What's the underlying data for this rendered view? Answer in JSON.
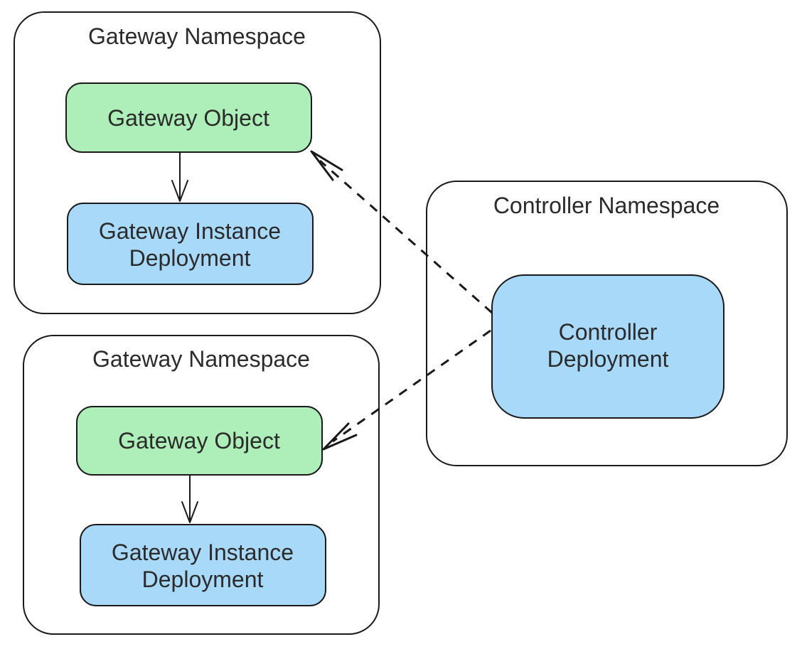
{
  "diagram": {
    "type": "flowchart",
    "background": "#ffffff",
    "colors": {
      "gateway_object_fill": "#aeeeb8",
      "deployment_fill": "#a9d9f8",
      "container_fill": "#ffffff",
      "stroke": "#1a1a1a",
      "text": "#2b2b2b"
    },
    "namespaces": [
      {
        "label": "Gateway Namespace",
        "nodes": [
          {
            "label": "Gateway Object"
          },
          {
            "line1": "Gateway Instance",
            "line2": "Deployment"
          }
        ]
      },
      {
        "label": "Gateway Namespace",
        "nodes": [
          {
            "label": "Gateway Object"
          },
          {
            "line1": "Gateway Instance",
            "line2": "Deployment"
          }
        ]
      },
      {
        "label": "Controller Namespace",
        "nodes": [
          {
            "line1": "Controller",
            "line2": "Deployment"
          }
        ]
      }
    ],
    "edges": [
      {
        "from": "gateway-object-1",
        "to": "gateway-instance-deployment-1",
        "style": "solid-arrow"
      },
      {
        "from": "gateway-object-2",
        "to": "gateway-instance-deployment-2",
        "style": "solid-arrow"
      },
      {
        "from": "controller-deployment",
        "to": "gateway-object-1",
        "style": "dashed-arrow"
      },
      {
        "from": "controller-deployment",
        "to": "gateway-object-2",
        "style": "dashed-arrow"
      }
    ]
  }
}
